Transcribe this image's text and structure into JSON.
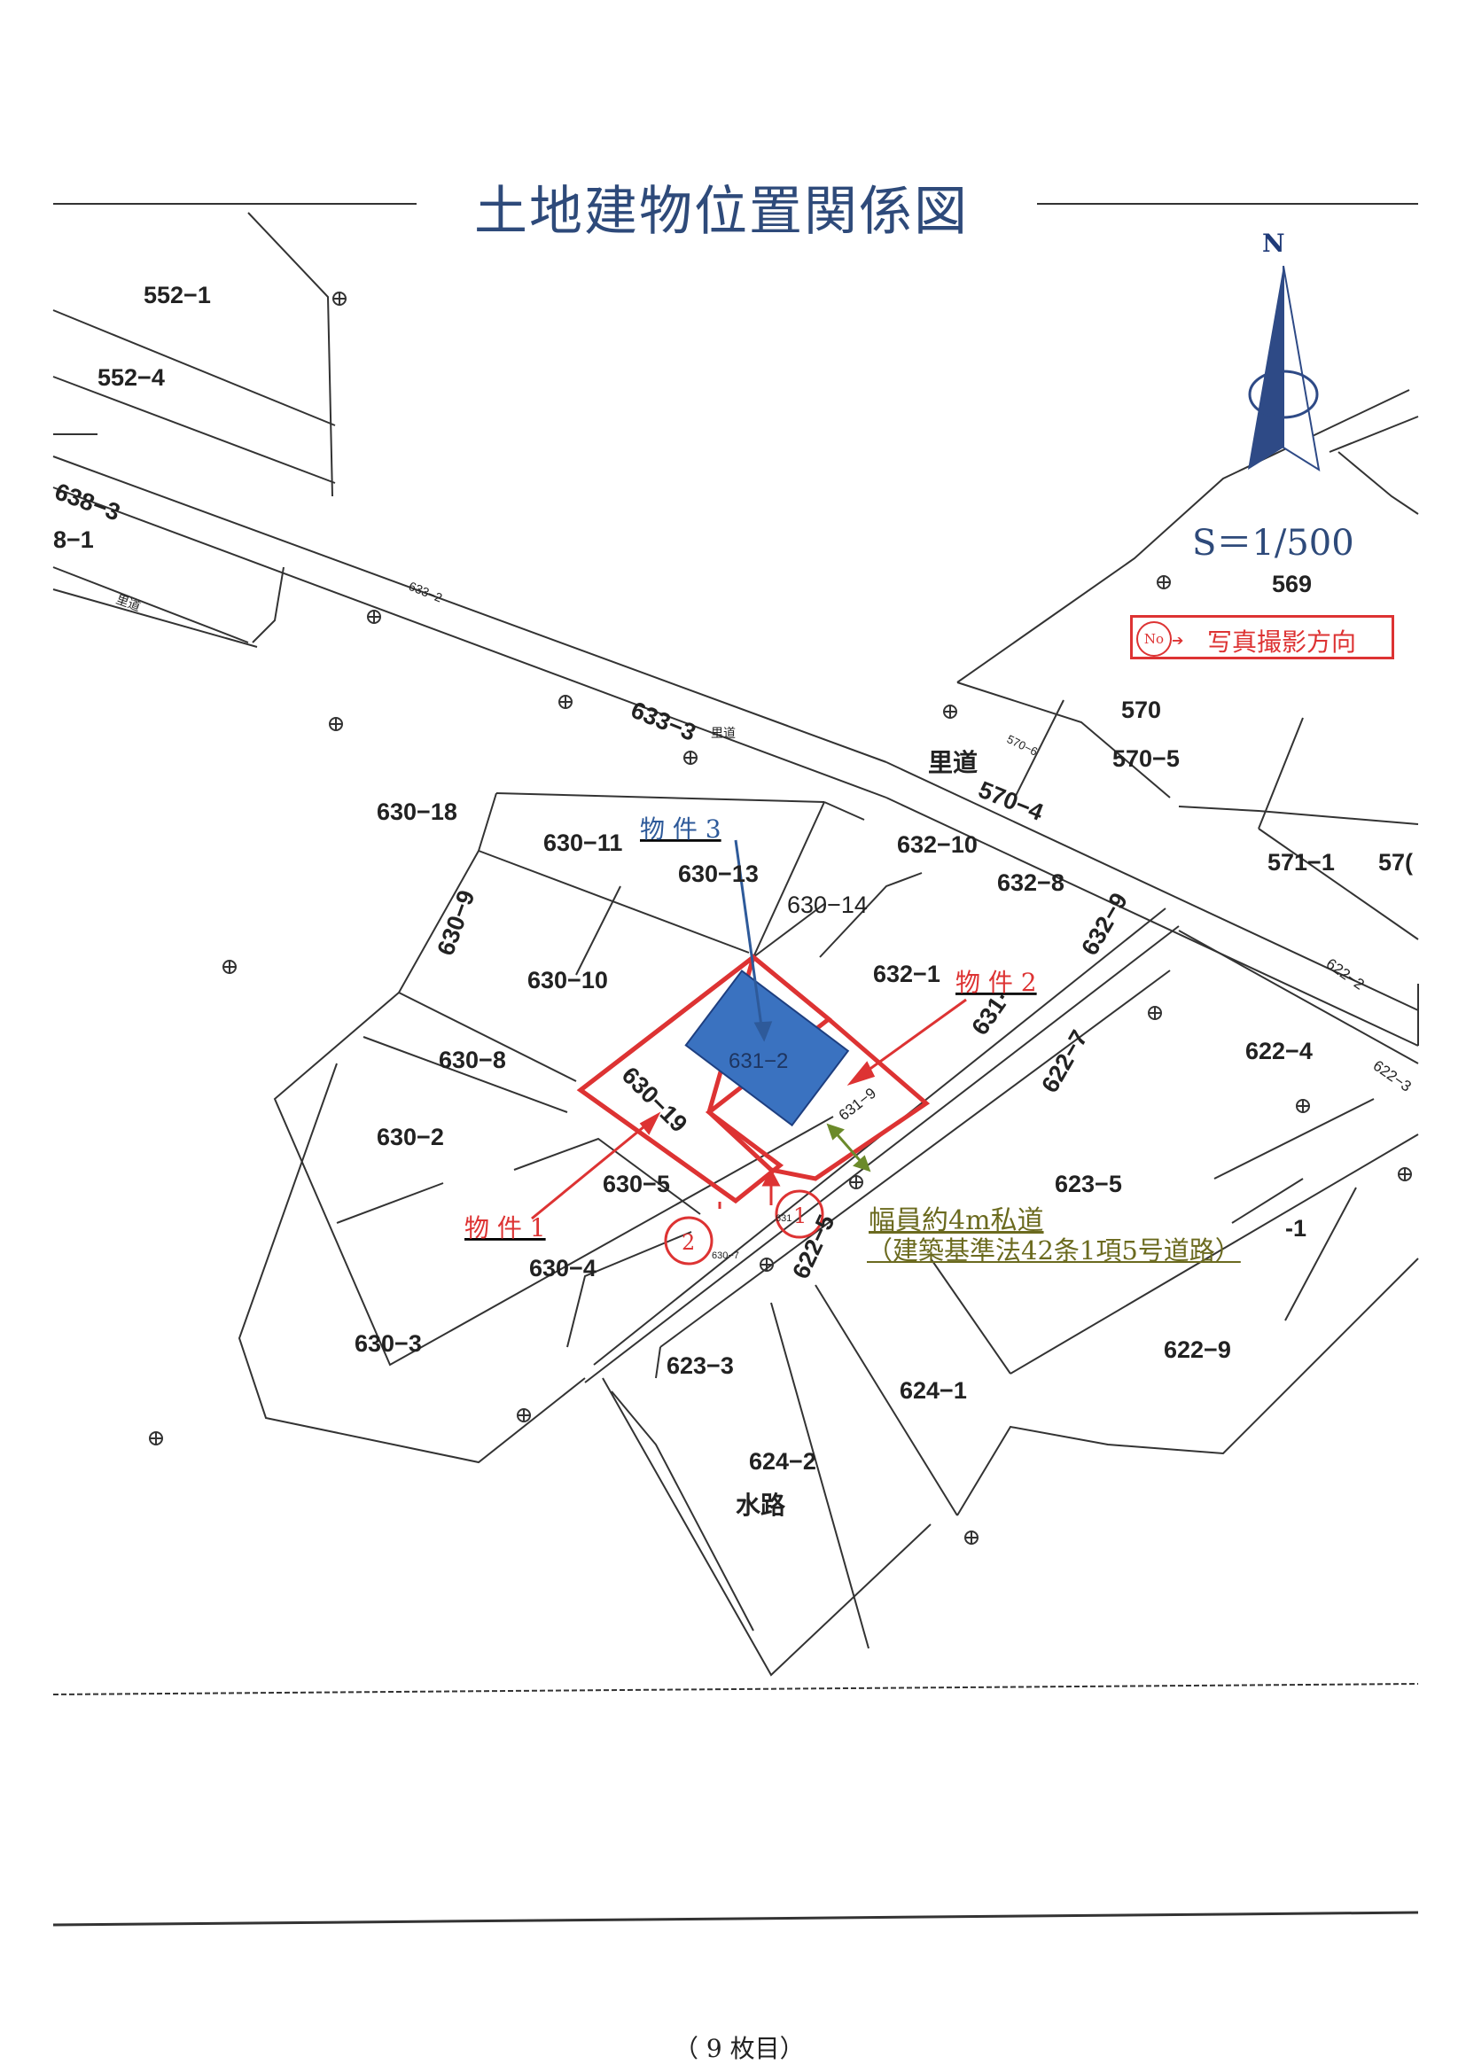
{
  "document": {
    "title": "土地建物位置関係図",
    "scale": "S＝1/500",
    "north_label": "N",
    "page_footer": "（ 9 枚目）"
  },
  "legend": {
    "symbol": "No",
    "text": "写真撮影方向"
  },
  "road_note": {
    "line1": "幅員約4m私道",
    "line2": "（建築基準法42条1項5号道路）"
  },
  "properties": {
    "p1": "物 件 1",
    "p2": "物 件 2",
    "p3": "物 件 3"
  },
  "photo_points": {
    "one": "1",
    "two": "2"
  },
  "parcels": {
    "p552_1": "552−1",
    "p552_4": "552−4",
    "p638_3": "638−3",
    "p8_1": "8−1",
    "p633_2": "633−2",
    "p633_3": "633−3",
    "p569": "569",
    "p570": "570",
    "p570_5": "570−5",
    "p570_6": "570−6",
    "p570_4": "570−4",
    "p571_1": "571−1",
    "p57x": "57(",
    "p630_18": "630−18",
    "p630_11": "630−11",
    "p630_13": "630−13",
    "p630_14": "630−14",
    "p632_10": "632−10",
    "p632_8": "632−8",
    "p630_9": "630−9",
    "p630_10": "630−10",
    "p632_1": "632−1",
    "p632_9": "632−9",
    "p631_2": "631−2",
    "p631": "631·",
    "p631_9": "631−9",
    "p630_8": "630−8",
    "p630_19": "630−19",
    "p630_2": "630−2",
    "p630_5": "630−5",
    "p630_4": "630−4",
    "p630_7": "630−7",
    "p631_small": "631",
    "p622_5": "622−5",
    "p622_7": "622−7",
    "p622_4": "622−4",
    "p622_2": "622−2",
    "p622_3": "622−3",
    "p623_5": "623−5",
    "p_1": "-1",
    "p630_3": "630−3",
    "p623_3": "623−3",
    "p624_1": "624−1",
    "p622_9": "622−9",
    "p624_2": "624−2",
    "satomichi_a": "里道",
    "satomichi_b": "里道",
    "satomichi_c": "里道",
    "suiro": "水路"
  },
  "colors": {
    "title": "#2e4a7a",
    "property_outline": "#d33",
    "building_fill": "#3a72c0",
    "road_note": "#6b6a1f",
    "lines": "#333333"
  }
}
